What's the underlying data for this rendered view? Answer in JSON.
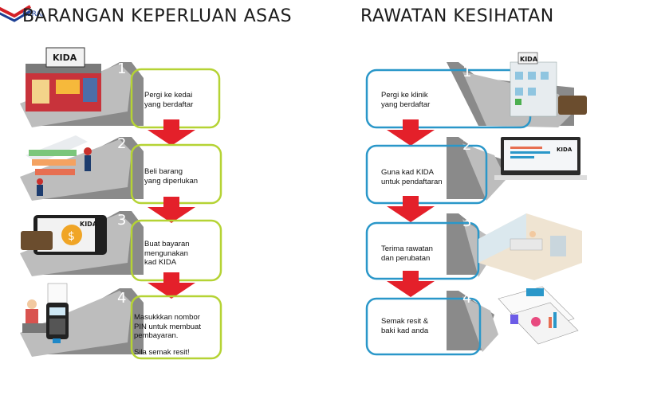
{
  "brand": {
    "logo_text": "KERAJAAN"
  },
  "left": {
    "title": "BARANGAN KEPERLUAN ASAS",
    "steps": [
      {
        "number": "1",
        "lines": [
          "Pergi ke kedai",
          "yang berdaftar"
        ]
      },
      {
        "number": "2",
        "lines": [
          "Beli barang",
          "yang diperlukan"
        ]
      },
      {
        "number": "3",
        "lines": [
          "Buat bayaran",
          "mengunakan",
          "kad KIDA"
        ]
      },
      {
        "number": "4",
        "lines": [
          "Masukkkan nombor",
          "PIN untuk membuat",
          "pembayaran."
        ],
        "note": "Sila semak resit!"
      }
    ]
  },
  "right": {
    "title": "RAWATAN KESIHATAN",
    "steps": [
      {
        "number": "1",
        "lines": [
          "Pergi ke klinik",
          "yang berdaftar"
        ]
      },
      {
        "number": "2",
        "lines": [
          "Guna kad KIDA",
          "untuk pendaftaran"
        ]
      },
      {
        "number": "3",
        "lines": [
          "Terima rawatan",
          "dan perubatan"
        ]
      },
      {
        "number": "4",
        "lines": [
          "Semak resit &",
          "baki kad anda"
        ]
      }
    ]
  },
  "card_label": "KIDA",
  "colors": {
    "accent_green": "#b5d334",
    "accent_blue": "#2a97c9",
    "arrow_red": "#e4202a",
    "road": "#6b6b6b"
  }
}
